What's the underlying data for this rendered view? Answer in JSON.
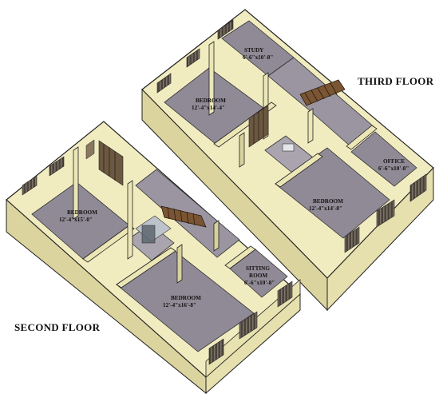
{
  "third_floor": {
    "title": "THIRD FLOOR",
    "rooms": [
      {
        "name": "STUDY",
        "dims": "6'-6\"x10'-8\""
      },
      {
        "name": "BEDROOM",
        "dims": "12'-4\"x14'-4\""
      },
      {
        "name": "OFFICE",
        "dims": "6'-6\"x10'-8\""
      },
      {
        "name": "BEDROOM",
        "dims": "12'-4\"x14'-8\""
      }
    ]
  },
  "second_floor": {
    "title": "SECOND FLOOR",
    "rooms": [
      {
        "name": "BEDROOM",
        "dims": "12'-4\"x15'-0\""
      },
      {
        "name": "SITTING",
        "name2": "ROOM",
        "dims": "6'-6\"x10'-8\""
      },
      {
        "name": "BEDROOM",
        "dims": "12'-4\"x16'-8\""
      }
    ]
  },
  "colors": {
    "wall_top": "#f4f0c6",
    "wall_side": "#ddd6a2",
    "wall_dark": "#bfb783",
    "floor": "#8f8a95",
    "outline": "#222222",
    "stair": "#6b4a2a",
    "window": "#3a3530"
  }
}
